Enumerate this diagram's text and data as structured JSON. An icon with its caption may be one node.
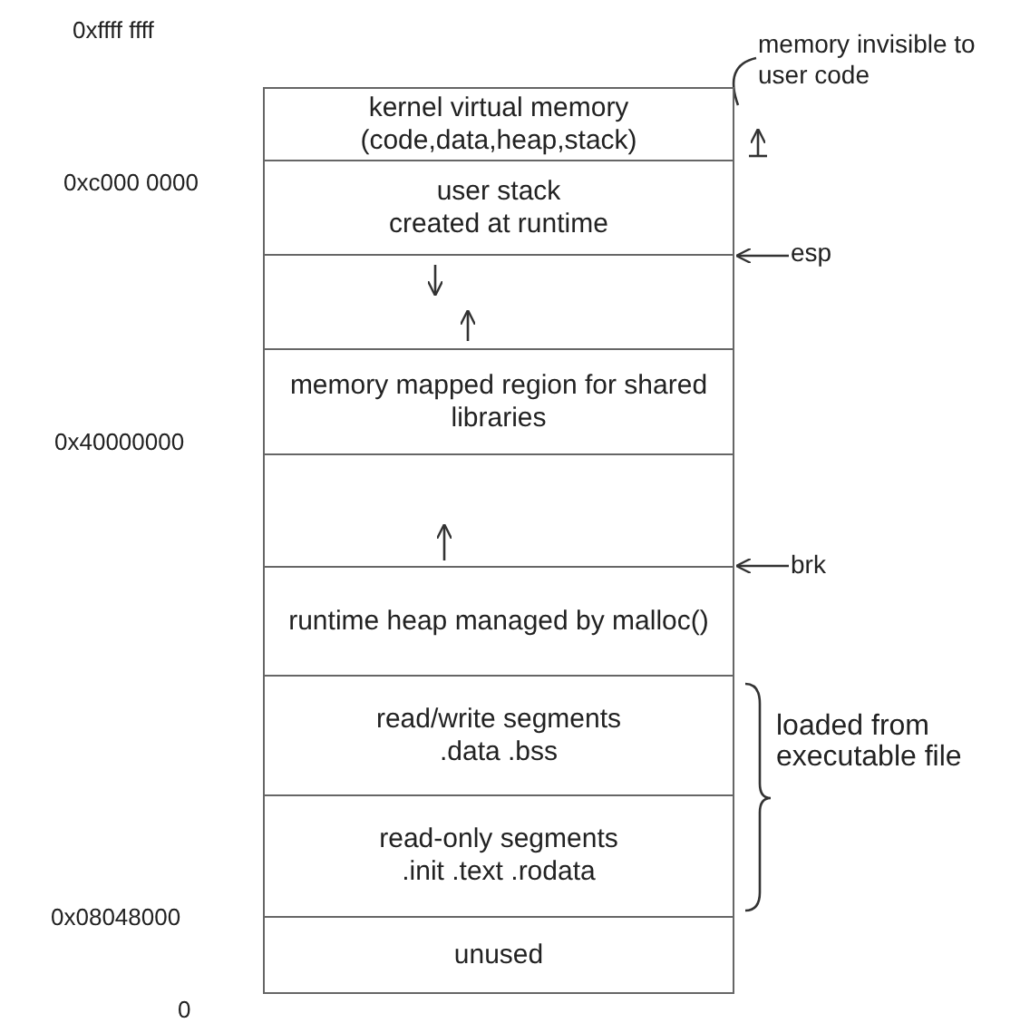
{
  "diagram": {
    "nodes": [
      {
        "text": [
          "kernel virtual memory",
          "(code,data,heap,stack)"
        ]
      },
      {
        "text": [
          "user stack",
          "created at runtime"
        ]
      },
      {
        "text": [],
        "shape": "box"
      },
      {
        "text": [
          "memory mapped region for shared libraries"
        ]
      },
      {
        "text": [],
        "shape": "box"
      },
      {
        "text": [
          "runtime heap managed by malloc()"
        ]
      },
      {
        "text": [
          "read/write segments",
          ".data .bss"
        ]
      },
      {
        "text": [
          "read-only segments",
          ".init .text .rodata"
        ]
      },
      {
        "text": [
          "unused"
        ]
      },
      {
        "text": [
          "memory invisible to user code"
        ]
      },
      {
        "text": [
          "esp"
        ]
      },
      {
        "text": [
          "brk"
        ]
      }
    ],
    "edges": [
      {
        "from": 9,
        "to": 0,
        "arrow": "none"
      },
      {
        "from": 10,
        "to": 1,
        "arrow": "to"
      },
      {
        "from": 11,
        "to": 5,
        "arrow": "to"
      }
    ],
    "labels": [
      "0xffff ffff",
      "0xc000 0000",
      "0x40000000",
      "loaded from executable file",
      "0x08048000",
      "0"
    ]
  }
}
